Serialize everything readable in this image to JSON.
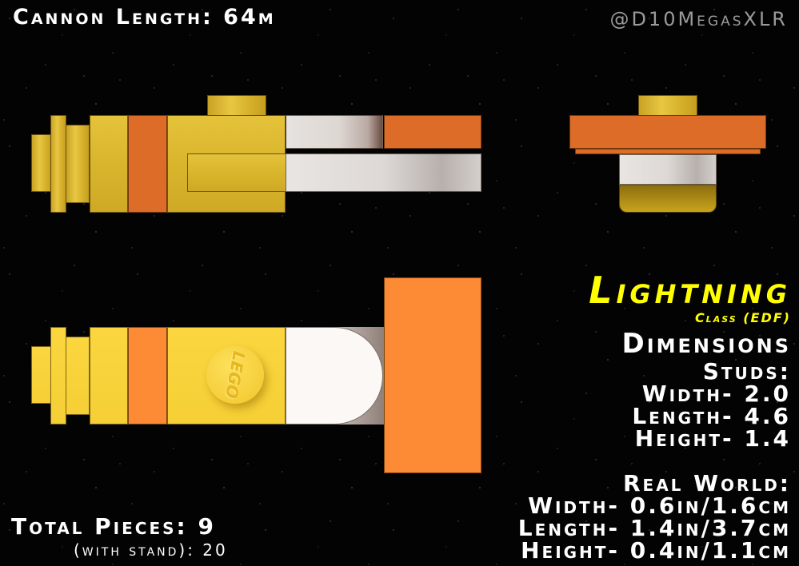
{
  "header": {
    "cannon_length": "Cannon Length: 64m",
    "credit": "@D10MegasXLR"
  },
  "ship": {
    "name": "Lightning",
    "class": "Class (EDF)"
  },
  "dimensions": {
    "title": "Dimensions",
    "studs_label": "Studs:",
    "studs": {
      "width": "Width- 2.0",
      "length": "Length- 4.6",
      "height": "Height- 1.4"
    },
    "real_world_label": "Real World:",
    "real_world": {
      "width": "Width- 0.6in/1.6cm",
      "length": "Length- 1.4in/3.7cm",
      "height": "Height- 0.4in/1.1cm"
    }
  },
  "pieces": {
    "total": "Total Pieces: 9",
    "with_stand": "(with stand): 20"
  },
  "stud_logo": "LEGO",
  "colors": {
    "title_yellow": "#ffff00",
    "brick_yellow": "#f5cf35",
    "brick_orange": "#fd8a35",
    "brick_dark_orange": "#dc6c27",
    "brick_white": "#e6e2df",
    "credit_gray": "#9a9a9a"
  }
}
